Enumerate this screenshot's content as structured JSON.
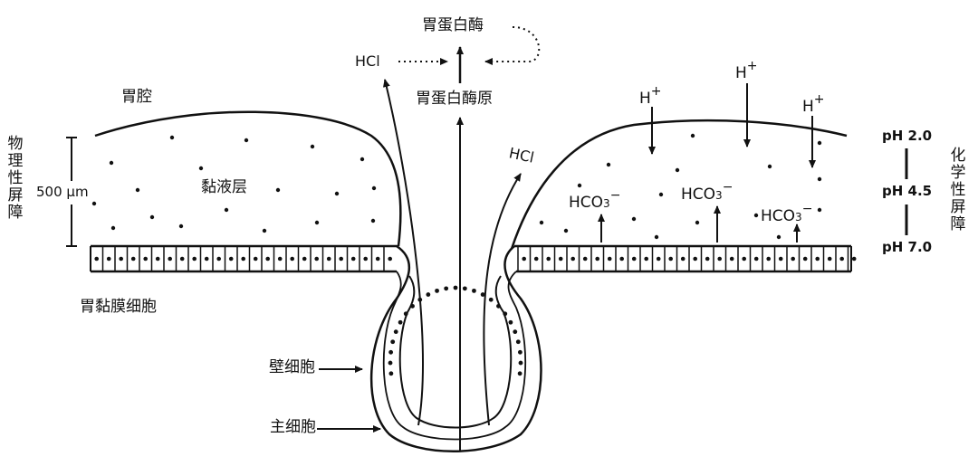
{
  "labels": {
    "stomach_cavity": "胃腔",
    "physical_barrier": "物理性屏障",
    "thickness": "500 μm",
    "mucus_layer": "黏液层",
    "mucosa_cells": "胃黏膜细胞",
    "parietal_cell": "壁细胞",
    "chief_cell": "主细胞",
    "pepsin": "胃蛋白酶",
    "pepsinogen": "胃蛋白酶原",
    "hcl_top": "HCl",
    "hcl_mid": "HCl",
    "chemical_barrier": "化学性屏障",
    "ph_top": "pH 2.0",
    "ph_mid": "pH 4.5",
    "ph_bottom": "pH 7.0",
    "h_ion": "H",
    "h_sup": "+",
    "hco3_base": "HCO",
    "hco3_sub": "3",
    "hco3_sup": "−"
  }
}
